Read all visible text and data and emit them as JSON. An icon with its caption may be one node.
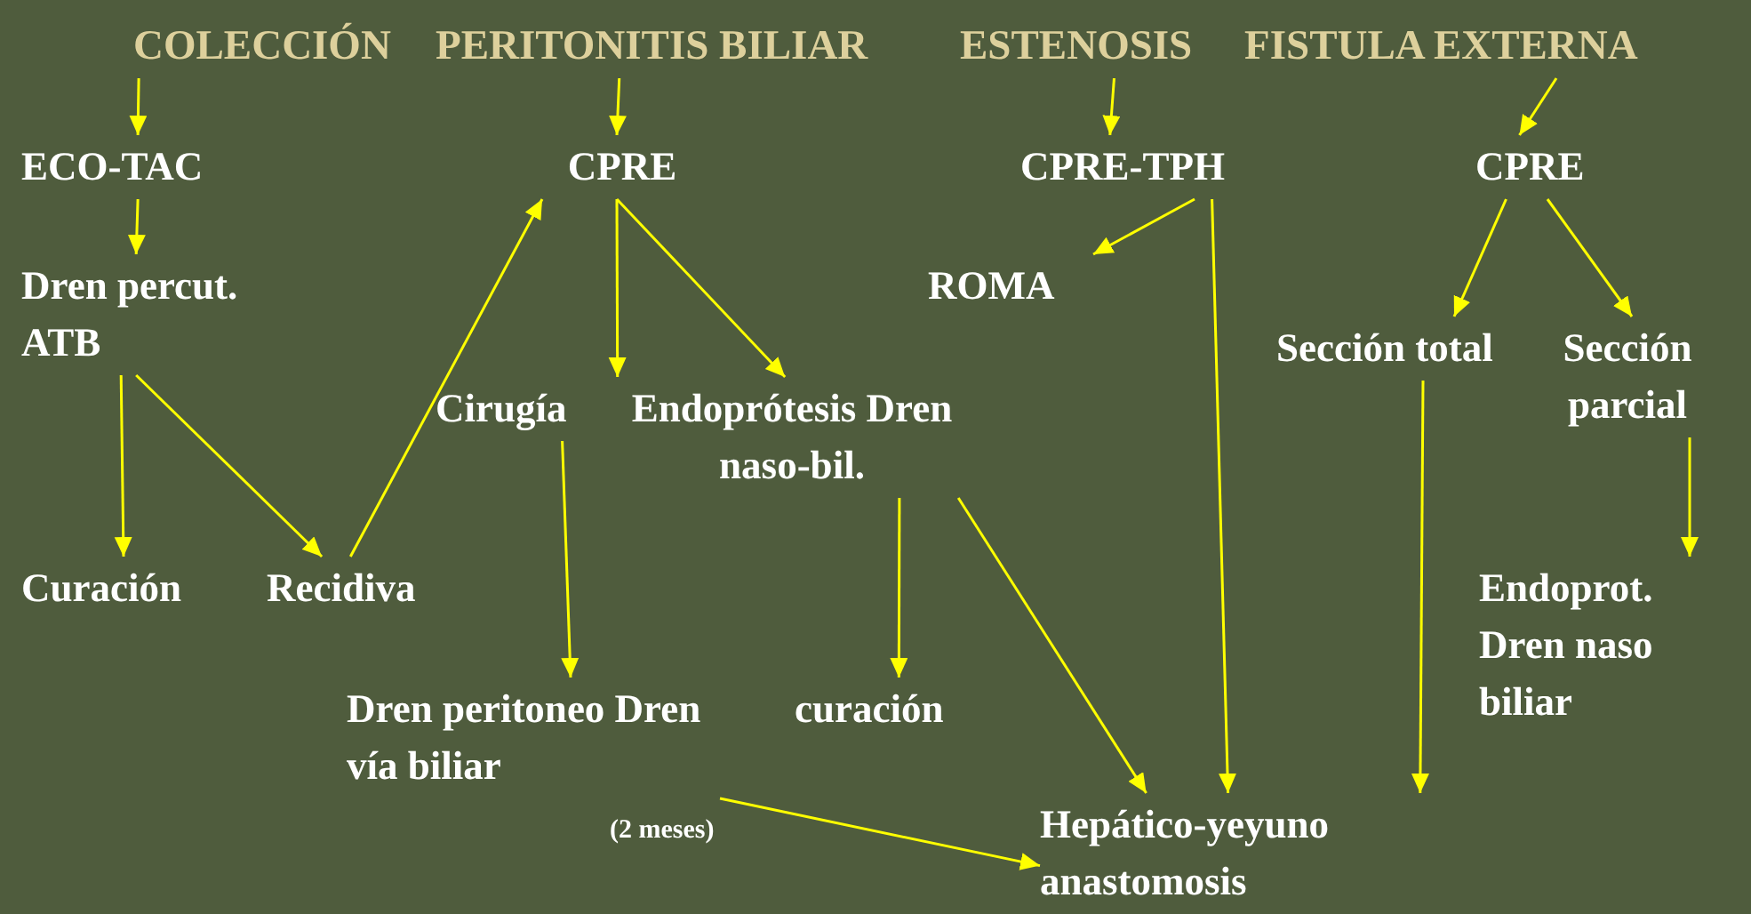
{
  "diagram": {
    "nodes": [
      {
        "text": [
          "COLECCIÓN"
        ]
      },
      {
        "text": [
          "PERITONITIS BILIAR"
        ]
      },
      {
        "text": [
          "ESTENOSIS"
        ]
      },
      {
        "text": [
          "FISTULA EXTERNA"
        ]
      },
      {
        "text": [
          "ECO-TAC"
        ]
      },
      {
        "text": [
          "CPRE"
        ]
      },
      {
        "text": [
          "CPRE-TPH"
        ]
      },
      {
        "text": [
          "CPRE"
        ]
      },
      {
        "text": [
          "Dren percut. ATB"
        ]
      },
      {
        "text": [
          "ROMA"
        ]
      },
      {
        "text": [
          "Sección total"
        ]
      },
      {
        "text": [
          "Sección parcial"
        ]
      },
      {
        "text": [
          "Cirugía"
        ]
      },
      {
        "text": [
          "Endoprótesis Dren naso-bil."
        ]
      },
      {
        "text": [
          "Curación"
        ]
      },
      {
        "text": [
          "Recidiva"
        ]
      },
      {
        "text": [
          "Endoprot. Dren naso biliar"
        ]
      },
      {
        "text": [
          "Dren peritoneo Dren vía biliar"
        ],
        "beside": [
          "(2 meses)"
        ]
      },
      {
        "text": [
          "curación"
        ]
      },
      {
        "text": [
          "Hepático-yeyuno anastomosis"
        ]
      }
    ],
    "edges": [
      {
        "from": 0,
        "to": 4,
        "arrow": "to"
      },
      {
        "from": 1,
        "to": 5,
        "arrow": "to"
      },
      {
        "from": 2,
        "to": 6,
        "arrow": "to"
      },
      {
        "from": 3,
        "to": 7,
        "arrow": "to"
      },
      {
        "from": 4,
        "to": 8,
        "arrow": "to"
      },
      {
        "from": 5,
        "to": 12,
        "arrow": "to"
      },
      {
        "from": 5,
        "to": 13,
        "arrow": "to"
      },
      {
        "from": 6,
        "to": 9,
        "arrow": "to"
      },
      {
        "from": 6,
        "to": 19,
        "arrow": "to"
      },
      {
        "from": 7,
        "to": 10,
        "arrow": "to"
      },
      {
        "from": 7,
        "to": 11,
        "arrow": "to"
      },
      {
        "from": 8,
        "to": 14,
        "arrow": "to"
      },
      {
        "from": 8,
        "to": 15,
        "arrow": "to"
      },
      {
        "from": 15,
        "to": 5,
        "arrow": "to"
      },
      {
        "from": 12,
        "to": 17,
        "arrow": "to"
      },
      {
        "from": 13,
        "to": 18,
        "arrow": "to"
      },
      {
        "from": 13,
        "to": 19,
        "arrow": "to"
      },
      {
        "from": 10,
        "to": 19,
        "arrow": "to"
      },
      {
        "from": 11,
        "to": 16,
        "arrow": "to"
      },
      {
        "from": 17,
        "to": 19,
        "arrow": "to"
      }
    ]
  }
}
